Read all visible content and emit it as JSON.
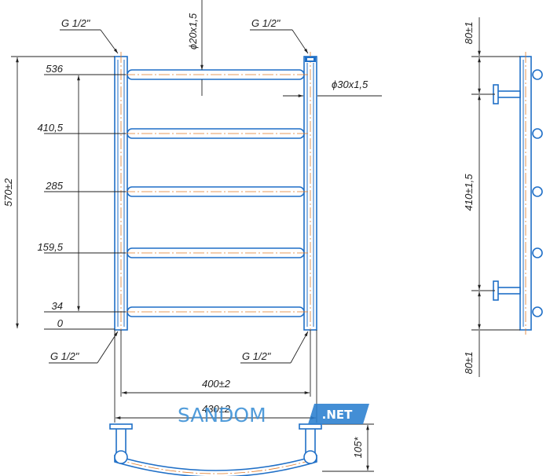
{
  "front_view": {
    "thread_top_left": "G 1/2\"",
    "thread_top_right": "G 1/2\"",
    "thread_bottom_left": "G 1/2\"",
    "thread_bottom_right": "G 1/2\"",
    "rung_diameter": "ϕ20x1,5",
    "riser_diameter": "ϕ30x1,5",
    "total_height": "570±2",
    "rung_levels": [
      "536",
      "410,5",
      "285",
      "159,5",
      "34",
      "0"
    ],
    "axis_width": "400±2",
    "overall_width": "430±2"
  },
  "side_view": {
    "top_offset": "80±1",
    "mount_spacing": "410±1,5",
    "bottom_offset": "80±1"
  },
  "top_view": {
    "depth": "105*"
  },
  "watermark": {
    "brand": "SANDOM",
    "suffix": ".NET"
  },
  "colors": {
    "pipe": "#1f6fc7",
    "axis": "#e07b2a",
    "dimension": "#222222",
    "watermark_text": "#3a8fd6",
    "watermark_badge": "#2a7fd0"
  }
}
